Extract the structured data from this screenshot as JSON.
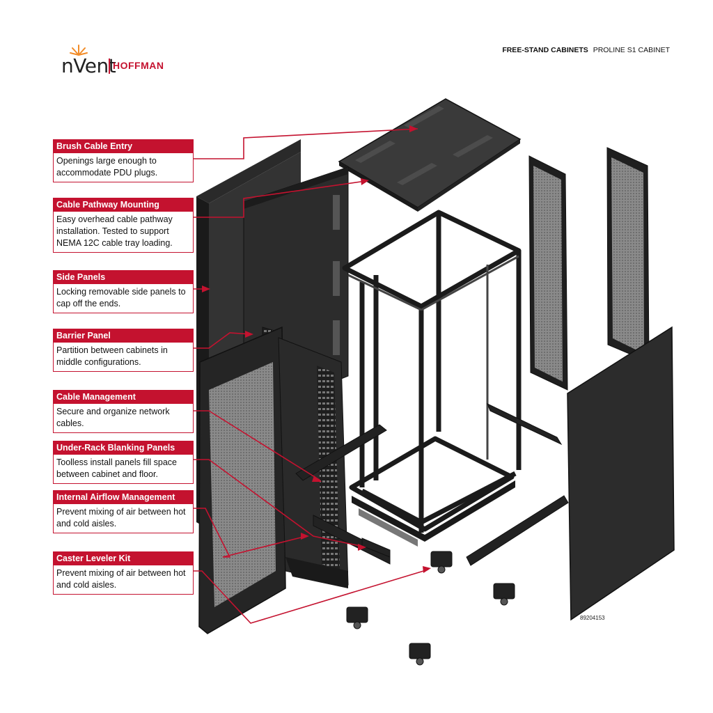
{
  "brand": {
    "name": "nVent",
    "sub": "HOFFMAN",
    "accent": "#c4122f"
  },
  "header": {
    "category": "FREE-STAND CABINETS",
    "product": "PROLINE S1 CABINET"
  },
  "callouts": [
    {
      "title": "Brush Cable Entry",
      "body": "Openings large enough to accommodate PDU plugs."
    },
    {
      "title": "Cable Pathway Mounting",
      "body": "Easy overhead cable pathway installation. Tested to support NEMA 12C cable tray loading."
    },
    {
      "title": "Side Panels",
      "body": "Locking removable side panels to cap off the ends."
    },
    {
      "title": "Barrier Panel",
      "body": "Partition between cabinets in middle configurations."
    },
    {
      "title": "Cable Management",
      "body": "Secure and organize network cables."
    },
    {
      "title": "Under-Rack Blanking Panels",
      "body": "Toolless install panels fill space between cabinet and floor."
    },
    {
      "title": "Internal Airflow Management",
      "body": "Prevent mixing of air between hot and cold aisles."
    },
    {
      "title": "Caster Leveler Kit",
      "body": "Prevent mixing of air between hot and cold aisles."
    }
  ],
  "doc_number": "89204153"
}
